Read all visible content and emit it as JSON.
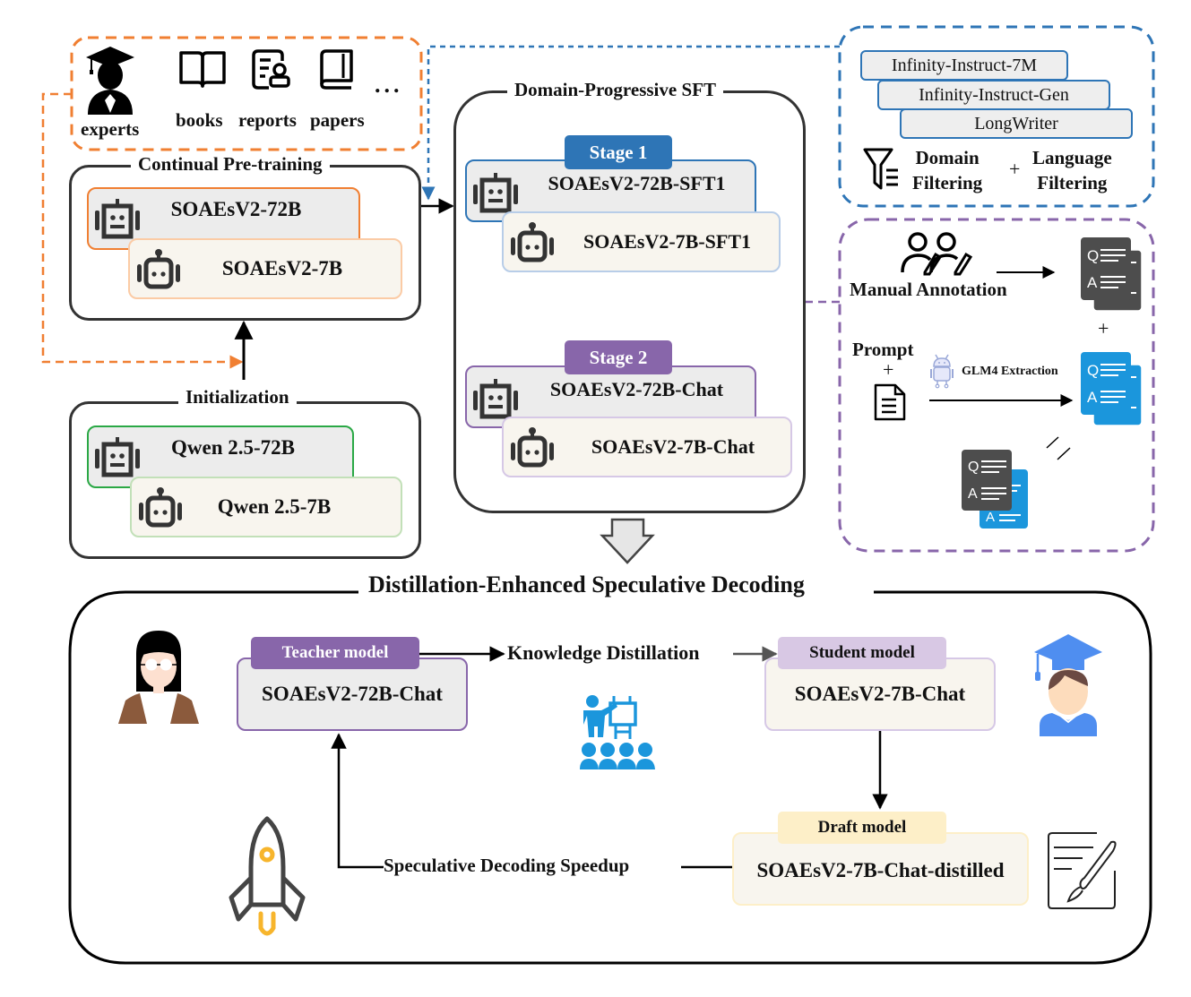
{
  "colors": {
    "orange": "#f07f32",
    "blue": "#2e75b6",
    "purple": "#8866aa",
    "green": "#2aa845",
    "dark": "#333333",
    "qa_dark": "#4d4d4d",
    "qa_blue": "#1b96dc",
    "light_purple": "#d8c8e4",
    "light_yellow": "#fdefc8"
  },
  "sources": {
    "items": [
      {
        "label": "experts",
        "icon": "expert-icon"
      },
      {
        "label": "books",
        "icon": "book-icon"
      },
      {
        "label": "reports",
        "icon": "report-icon"
      },
      {
        "label": "papers",
        "icon": "paper-icon"
      }
    ],
    "more": "..."
  },
  "continual_pretraining": {
    "title": "Continual Pre-training",
    "models": [
      "SOAEsV2-72B",
      "SOAEsV2-7B"
    ]
  },
  "initialization": {
    "title": "Initialization",
    "models": [
      "Qwen 2.5-72B",
      "Qwen 2.5-7B"
    ]
  },
  "sft": {
    "title": "Domain-Progressive SFT",
    "stage1": {
      "label": "Stage 1",
      "models": [
        "SOAEsV2-72B-SFT1",
        "SOAEsV2-7B-SFT1"
      ]
    },
    "stage2": {
      "label": "Stage 2",
      "models": [
        "SOAEsV2-72B-Chat",
        "SOAEsV2-7B-Chat"
      ]
    }
  },
  "datasets": {
    "items": [
      "Infinity-Instruct-7M",
      "Infinity-Instruct-Gen",
      "LongWriter"
    ],
    "domain_filter": [
      "Domain",
      "Filtering"
    ],
    "plus": "+",
    "language_filter": [
      "Language",
      "Filtering"
    ]
  },
  "annotation": {
    "manual_label": "Manual Annotation",
    "prompt_label": "Prompt",
    "plus": "+",
    "extraction_label": "GLM4 Extraction",
    "qa_plus": "+",
    "q": "Q",
    "a": "A"
  },
  "distillation": {
    "title": "Distillation-Enhanced Speculative Decoding",
    "teacher_tag": "Teacher model",
    "teacher_model": "SOAEsV2-72B-Chat",
    "kd_label": "Knowledge Distillation",
    "student_tag": "Student model",
    "student_model": "SOAEsV2-7B-Chat",
    "draft_tag": "Draft model",
    "draft_model": "SOAEsV2-7B-Chat-distilled",
    "speedup_label": "Speculative Decoding Speedup"
  }
}
